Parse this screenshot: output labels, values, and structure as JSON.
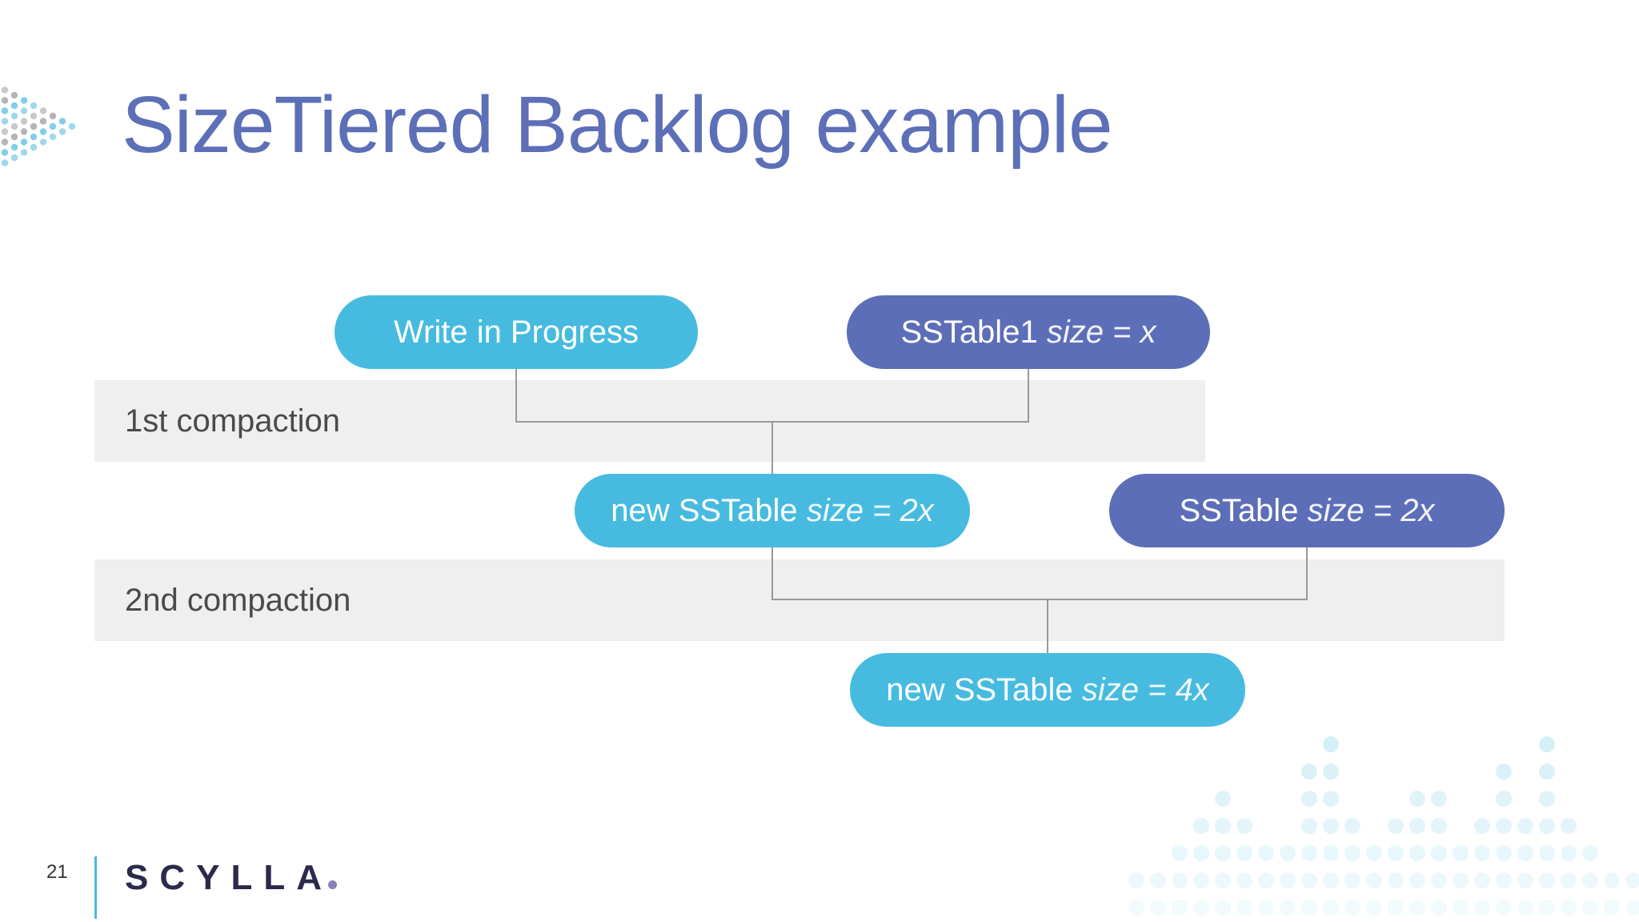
{
  "slide": {
    "title": "SizeTiered Backlog example",
    "page_number": "21",
    "logo_text": "SCYLLA"
  },
  "colors": {
    "title": "#5c6fb7",
    "cyan_node": "#46bbdf",
    "purple_node": "#5d6eb8",
    "band": "#efefef",
    "connector": "#999999",
    "logo": "#2b2a4c"
  },
  "diagram": {
    "bands": [
      {
        "label": "1st compaction"
      },
      {
        "label": "2nd compaction"
      }
    ],
    "nodes": [
      {
        "id": "write-in-progress",
        "name": "Write in Progress",
        "size": "",
        "color": "cyan"
      },
      {
        "id": "sstable1",
        "name": "SSTable1",
        "size": "size = x",
        "color": "purple"
      },
      {
        "id": "new-sstable-2x",
        "name": "new SSTable",
        "size": "size = 2x",
        "color": "cyan"
      },
      {
        "id": "sstable-2x",
        "name": "SSTable",
        "size": "size = 2x",
        "color": "purple"
      },
      {
        "id": "new-sstable-4x",
        "name": "new SSTable",
        "size": "size = 4x",
        "color": "cyan"
      }
    ],
    "edges": [
      {
        "from": [
          "write-in-progress",
          "sstable1"
        ],
        "to": "new-sstable-2x",
        "stage": "1st compaction"
      },
      {
        "from": [
          "new-sstable-2x",
          "sstable-2x"
        ],
        "to": "new-sstable-4x",
        "stage": "2nd compaction"
      }
    ]
  }
}
